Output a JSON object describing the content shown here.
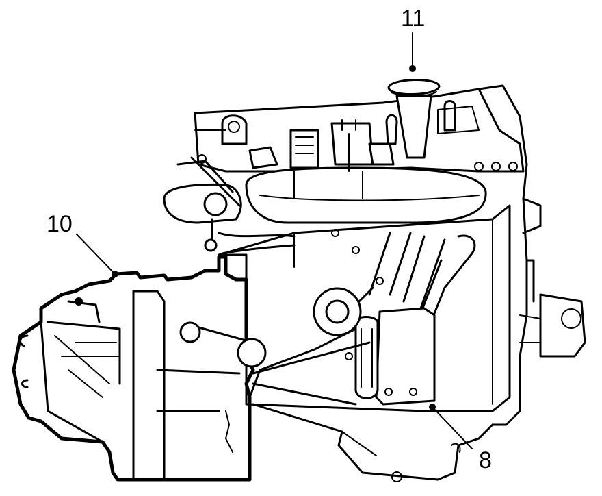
{
  "callouts": {
    "c11": "11",
    "c10": "10",
    "c8": "8"
  },
  "colors": {
    "line": "#000000",
    "background": "#ffffff"
  }
}
